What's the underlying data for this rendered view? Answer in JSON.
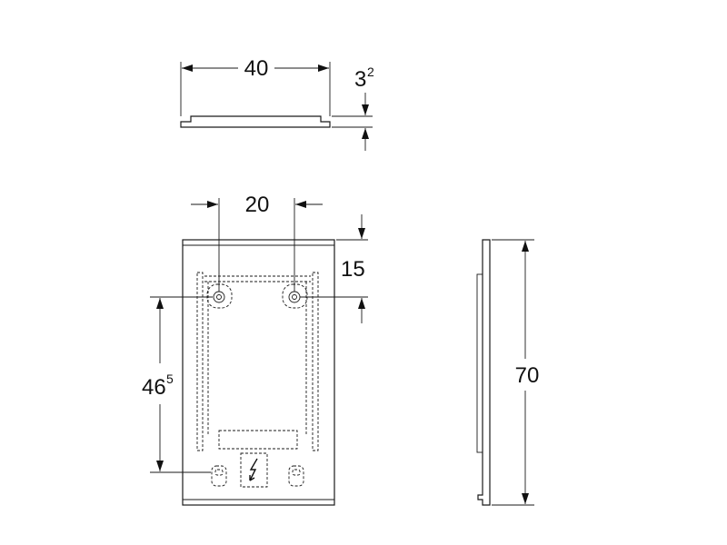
{
  "dimensions": {
    "width_top": "40",
    "thickness_main": "3",
    "thickness_sup": "2",
    "hole_spacing": "20",
    "top_offset": "15",
    "vertical_main": "46",
    "vertical_sup": "5",
    "height": "70"
  }
}
